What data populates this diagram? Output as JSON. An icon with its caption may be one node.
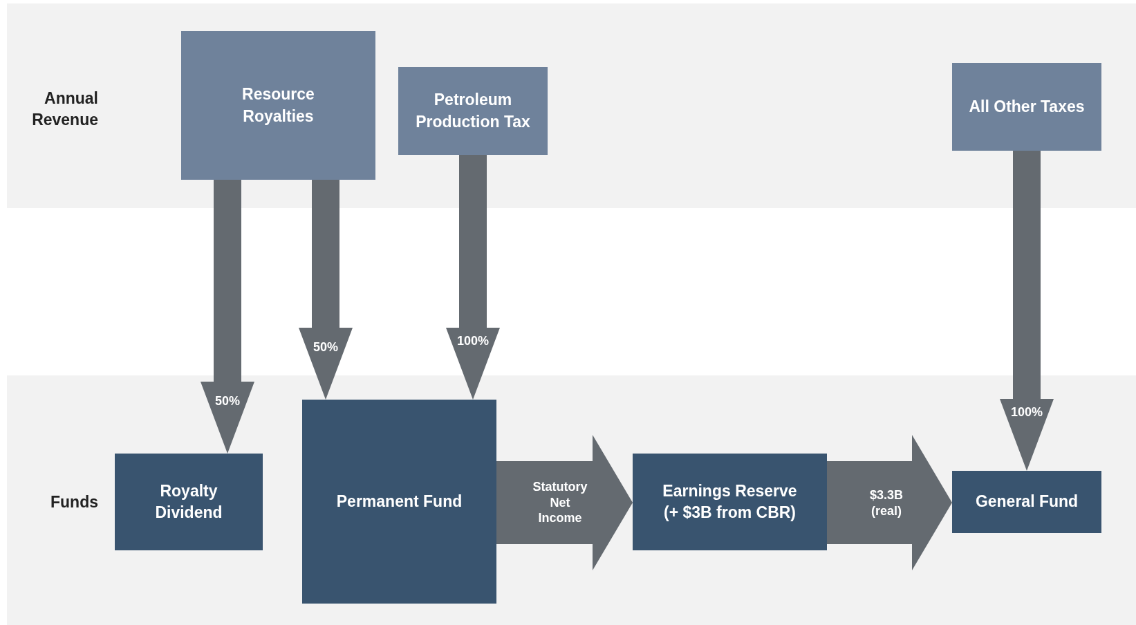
{
  "diagram": {
    "nodes": [
      {
        "text": [
          "Annual Revenue"
        ]
      },
      {
        "text": [
          "Resource Royalties"
        ],
        "in": 0
      },
      {
        "text": [
          "Petroleum Production Tax"
        ],
        "in": 0
      },
      {
        "text": [
          "All Other Taxes"
        ],
        "in": 0
      },
      {
        "text": [
          "Funds"
        ]
      },
      {
        "text": [
          "Royalty Dividend"
        ],
        "in": 4
      },
      {
        "text": [
          "Permanent Fund"
        ],
        "in": 4
      },
      {
        "text": [
          "Earnings Reserve (+ $3B from CBR)"
        ],
        "in": 4
      },
      {
        "text": [
          "General Fund"
        ],
        "in": 4
      }
    ],
    "edges": [
      {
        "from": 1,
        "to": 5,
        "arrow": "to",
        "label": "50%"
      },
      {
        "from": 1,
        "to": 6,
        "arrow": "to",
        "label": "50%"
      },
      {
        "from": 2,
        "to": 6,
        "arrow": "to",
        "label": "100%"
      },
      {
        "from": 3,
        "to": 8,
        "arrow": "to",
        "label": "100%"
      },
      {
        "from": 6,
        "to": 7,
        "arrow": "to",
        "label": "Statutory Net Income",
        "style": "thick"
      },
      {
        "from": 7,
        "to": 8,
        "arrow": "to",
        "label": "$3.3B (real)",
        "style": "thick"
      }
    ]
  }
}
